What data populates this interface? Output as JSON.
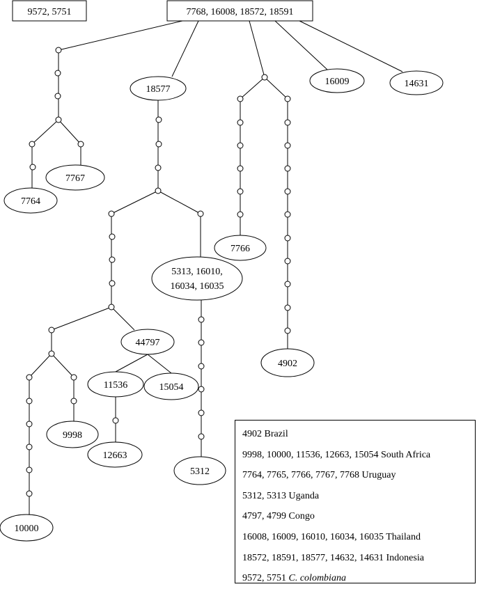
{
  "boxes": {
    "outgroup": "9572, 5751",
    "root": "7768, 16008, 18572, 18591"
  },
  "nodes": {
    "n18577": "18577",
    "n16009": "16009",
    "n14631": "14631",
    "n7767": "7767",
    "n7764": "7764",
    "n7766": "7766",
    "n5313_line1": "5313, 16010,",
    "n5313_line2": "16034, 16035",
    "n44797": "44797",
    "n4902": "4902",
    "n11536": "11536",
    "n15054": "15054",
    "n9998": "9998",
    "n12663": "12663",
    "n5312": "5312",
    "n10000": "10000"
  },
  "legend": [
    {
      "ids": "4902",
      "place": "Brazil",
      "italic": false
    },
    {
      "ids": "9998, 10000, 11536, 12663, 15054",
      "place": "South Africa",
      "italic": false
    },
    {
      "ids": "7764, 7765, 7766, 7767, 7768",
      "place": "Uruguay",
      "italic": false
    },
    {
      "ids": "5312, 5313",
      "place": "Uganda",
      "italic": false
    },
    {
      "ids": "4797, 4799",
      "place": "Congo",
      "italic": false
    },
    {
      "ids": "16008, 16009, 16010, 16034, 16035",
      "place": "Thailand",
      "italic": false
    },
    {
      "ids": "18572, 18591, 18577, 14632, 14631",
      "place": "Indonesia",
      "italic": false
    },
    {
      "ids": "9572, 5751",
      "place": "C. colombiana",
      "italic": true
    }
  ]
}
